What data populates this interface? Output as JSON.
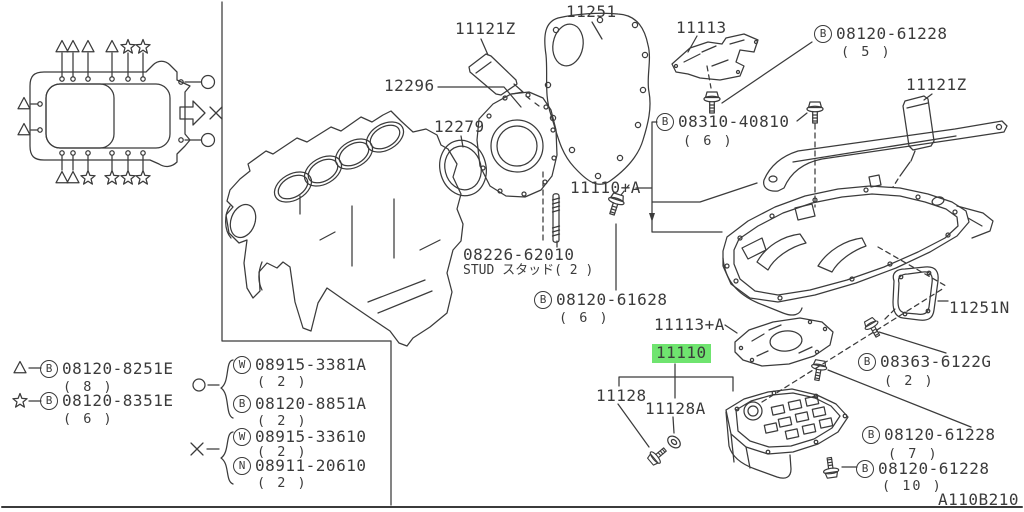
{
  "figure_code": "A110B210",
  "colors": {
    "highlight": "#6fe46f",
    "line": "#3b3b3b",
    "background": "#ffffff"
  },
  "parts": {
    "sealant_tube_top": "11121Z",
    "rear_plate_gasket": "11251",
    "baffle_plate": "11113",
    "rear_oil_seal_retainer": "12296",
    "seal_ring": "12279",
    "sealant_tube_right": "11121Z",
    "oil_pan_upper": "11110+A",
    "oil_pan_gasket": "11113+A",
    "oil_pan_assembly": "11110",
    "drain_plug": "11128",
    "drain_plug_washer": "11128A",
    "rear_cover": "11251N",
    "stud_number": "08226-62010",
    "stud_note": "STUD スタッド( 2 )"
  },
  "callouts": {
    "bolt_baffle": {
      "prefix": "B",
      "num": "08120-61228",
      "qty": "( 5 )"
    },
    "bolt_stiffener": {
      "prefix": "B",
      "num": "08310-40810",
      "qty": "( 6 )"
    },
    "bolt_rear_seal": {
      "prefix": "B",
      "num": "08120-61628",
      "qty": "( 6 )"
    },
    "bolt_rear_cover": {
      "prefix": "B",
      "num": "08363-6122G",
      "qty": "( 2 )"
    },
    "bolt_pan_upper": {
      "prefix": "B",
      "num": "08120-61228",
      "qty": "( 7 )"
    },
    "bolt_pan_lower": {
      "prefix": "B",
      "num": "08120-61228",
      "qty": "( 10 )"
    }
  },
  "legend": {
    "triangle": {
      "prefix": "B",
      "num": "08120-8251E",
      "qty": "( 8 )"
    },
    "star": {
      "prefix": "B",
      "num": "08120-8351E",
      "qty": "( 6 )"
    },
    "circle": [
      {
        "prefix": "W",
        "num": "08915-3381A",
        "qty": "( 2 )"
      },
      {
        "prefix": "B",
        "num": "08120-8851A",
        "qty": "( 2 )"
      }
    ],
    "cross": [
      {
        "prefix": "W",
        "num": "08915-33610",
        "qty": "( 2 )"
      },
      {
        "prefix": "N",
        "num": "08911-20610",
        "qty": "( 2 )"
      }
    ]
  }
}
